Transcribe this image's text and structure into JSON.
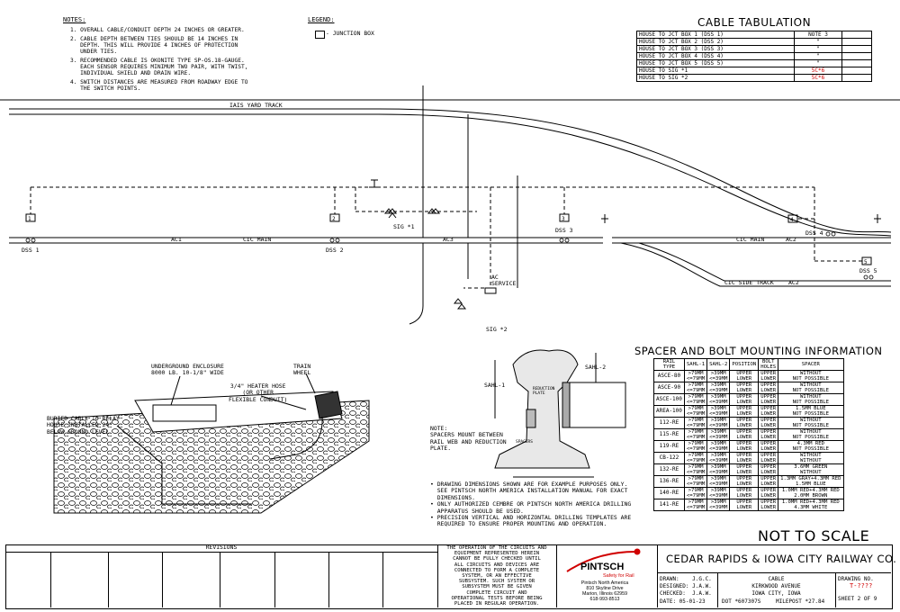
{
  "notes": {
    "title": "NOTES:",
    "items": [
      "1. OVERALL CABLE/CONDUIT DEPTH 24 INCHES OR GREATER.",
      "2. CABLE DEPTH BETWEEN TIES SHOULD BE 14 INCHES IN\n   DEPTH. THIS WILL PROVIDE 4 INCHES OF PROTECTION\n   UNDER TIES.",
      "3. RECOMMENDED CABLE IS OKONITE TYPE SP-OS.18-GAUGE.\n   EACH SENSOR REQUIRES MINIMUM TWO PAIR, WITH TWIST,\n   INDIVIDUAL SHIELD AND DRAIN WIRE.",
      "4. SWITCH DISTANCES ARE MEASURED FROM ROADWAY EDGE TO\n   THE SWITCH POINTS."
    ]
  },
  "legend": {
    "title": "LEGEND:",
    "junction_box": "- JUNCTION BOX"
  },
  "cable_tabulation": {
    "title": "CABLE TABULATION",
    "rows": [
      {
        "route": "HOUSE TO JCT BOX 1 (DSS 1)",
        "note": "NOTE 3",
        "red": false
      },
      {
        "route": "HOUSE TO JCT BOX 2 (DSS 2)",
        "note": "\"",
        "red": false
      },
      {
        "route": "HOUSE TO JCT BOX 3 (DSS 3)",
        "note": "\"",
        "red": false
      },
      {
        "route": "HOUSE TO JCT BOX 4 (DSS 4)",
        "note": "\"",
        "red": false
      },
      {
        "route": "HOUSE TO JCT BOX 5 (DSS 5)",
        "note": "\"",
        "red": false
      },
      {
        "route": "HOUSE TO SIG *1",
        "note": "5C*6",
        "red": true
      },
      {
        "route": "HOUSE TO SIG *2",
        "note": "5C*6",
        "red": true
      }
    ]
  },
  "track_labels": {
    "iais_yard": "IAIS YARD TRACK",
    "ac1": "AC1",
    "cic_main_1": "CIC MAIN",
    "ac3": "AC3",
    "cic_main_2": "CIC MAIN",
    "ac2_main": "AC2",
    "cic_side": "CIC SIDE TRACK",
    "ac2_side": "AC2",
    "dss1": "DSS 1",
    "dss2": "DSS 2",
    "dss3": "DSS 3",
    "dss4": "DSS 4",
    "dss5": "DSS 5",
    "sig1": "SIG *1",
    "sig2": "SIG *2",
    "ac_service": "AC\nSERVICE",
    "box1": "1",
    "box2": "2",
    "box3": "3",
    "box4": "4",
    "box5": "5"
  },
  "detail_left": {
    "enclosure": "UNDERGROUND ENCLOSURE\n8000 LB. 10-1/8\" WIDE",
    "heater": "3/4\" HEATER HOSE\n(OR OTHER\nFLEXIBLE CONDUIT)",
    "train_wheel": "TRAIN\nWHEEL",
    "buried": "BURIED CABLE TO RELAY\nHOUSE INSTALLED 24\"\nBELOW GROUND LEVEL"
  },
  "rail_detail": {
    "sahl1": "SAHL-1",
    "sahl2": "SAHL-2",
    "reduction": "REDUCTION\nPLATE",
    "spacers": "SPACERS",
    "note": "NOTE:\nSPACERS MOUNT BETWEEN\nRAIL WEB AND REDUCTION\nPLATE."
  },
  "bullets": [
    "DRAWING DIMENSIONS SHOWN ARE FOR EXAMPLE PURPOSES ONLY.\n  SEE PINTSCH NORTH AMERICA INSTALLATION MANUAL FOR EXACT\n  DIMENSIONS.",
    "ONLY AUTHORIZED CEMBRE OR PINTSCH NORTH AMERICA DRILLING\n  APPARATUS SHOULD BE USED.",
    "PRECISION VERTICAL AND HORIZONTAL DRILLING TEMPLATES ARE\n  REQUIRED TO ENSURE PROPER MOUNTING AND OPERATION."
  ],
  "spacer_table": {
    "title": "SPACER AND BOLT MOUNTING INFORMATION",
    "headers": [
      "RAIL\nTYPE",
      "SAHL-1",
      "SAHL-2",
      "POSITION",
      "BOLT\nHOLES",
      "SPACER"
    ],
    "rows": [
      [
        "ASCE-80",
        ">79MM\n<=79MM",
        ">39MM\n<=39MM",
        "UPPER\nLOWER",
        "UPPER\nLOWER",
        "WITHOUT\nNOT POSSIBLE"
      ],
      [
        "ASCE-90",
        ">79MM\n<=79MM",
        ">39MM\n<=39MM",
        "UPPER\nLOWER",
        "UPPER\nLOWER",
        "WITHOUT\nNOT POSSIBLE"
      ],
      [
        "ASCE-100",
        ">79MM\n<=79MM",
        ">39MM\n<=39MM",
        "UPPER\nLOWER",
        "UPPER\nLOWER",
        "WITHOUT\nNOT POSSIBLE"
      ],
      [
        "AREA-100",
        ">79MM\n<=79MM",
        ">39MM\n<=39MM",
        "UPPER\nLOWER",
        "UPPER\nLOWER",
        "1.5MM BLUE\nNOT POSSIBLE"
      ],
      [
        "112-RE",
        ">79MM\n<=79MM",
        ">39MM\n<=39MM",
        "UPPER\nLOWER",
        "UPPER\nLOWER",
        "WITHOUT\nNOT POSSIBLE"
      ],
      [
        "115-RE",
        ">79MM\n<=79MM",
        ">39MM\n<=39MM",
        "UPPER\nLOWER",
        "UPPER\nLOWER",
        "WITHOUT\nNOT POSSIBLE"
      ],
      [
        "119-RE",
        ">79MM\n<=79MM",
        ">39MM\n<=39MM",
        "UPPER\nLOWER",
        "UPPER\nLOWER",
        "4.3MM RED\nNOT POSSIBLE"
      ],
      [
        "CB-122",
        ">79MM\n<=79MM",
        ">39MM\n<=39MM",
        "UPPER\nLOWER",
        "UPPER\nLOWER",
        "WITHOUT\nWITHOUT"
      ],
      [
        "132-RE",
        ">79MM\n<=79MM",
        ">39MM\n<=39MM",
        "UPPER\nLOWER",
        "UPPER\nLOWER",
        "3.6MM GREEN\nWITHOUT"
      ],
      [
        "136-RE",
        ">79MM\n<=79MM",
        ">39MM\n<=39MM",
        "UPPER\nLOWER",
        "UPPER\nLOWER",
        "1.3MM GRAY+4.3MM RED\n1.5MM BLUE"
      ],
      [
        "140-RE",
        ">79MM\n<=79MM",
        ">39MM\n<=39MM",
        "UPPER\nLOWER",
        "UPPER\nLOWER",
        "1.0MM RED+4.3MM RED\n2.0MM BROWN"
      ],
      [
        "141-RE",
        ">79MM\n<=79MM",
        ">39MM\n<=39MM",
        "UPPER\nLOWER",
        "UPPER\nLOWER",
        "1.0MM RED+4.3MM RED\n4.3MM WHITE"
      ]
    ]
  },
  "not_to_scale": "NOT TO SCALE",
  "title_block": {
    "revisions": "REVISIONS",
    "disclaimer": "THE OPERATION OF THE CIRCUITS AND\nEQUIPMENT REPRESENTED HEREIN\nCANNOT BE FULLY CHECKED UNTIL\nALL CIRCUITS AND DEVICES ARE\nCONNECTED TO FORM A COMPLETE\nSYSTEM, OR AN EFFECTIVE\nSUBSYSTEM. SUCH SYSTEM OR\nSUBSYSTEM MUST BE GIVEN\nCOMPLETE CIRCUIT AND\nOPERATIONAL TESTS BEFORE BEING\nPLACED IN REGULAR OPERATION.",
    "logo_name": "PINTSCH",
    "logo_tagline": "Safety for Rail",
    "company_address": "Pintsch North America\n810 Skyline Drive\nMarion, Illinois 62959\n618-993-8513",
    "railway": "CEDAR RAPIDS & IOWA CITY RAILWAY CO.",
    "drawn": "DRAWN:    J.G.C.",
    "designed": "DESIGNED: J.A.W.",
    "checked": "CHECKED:  J.A.W.",
    "date": "DATE: 05-01-23",
    "subject": "CABLE",
    "location1": "KIRKWOOD AVENUE",
    "location2": "IOWA CITY, IOWA",
    "dot": "DOT *607307S",
    "milepost": "MILEPOST *27.84",
    "drawing_no_label": "DRAWING NO.",
    "drawing_no": "T-????",
    "sheet": "SHEET 2 OF 9"
  },
  "colors": {
    "red": "#d00000",
    "ink": "#000000"
  }
}
